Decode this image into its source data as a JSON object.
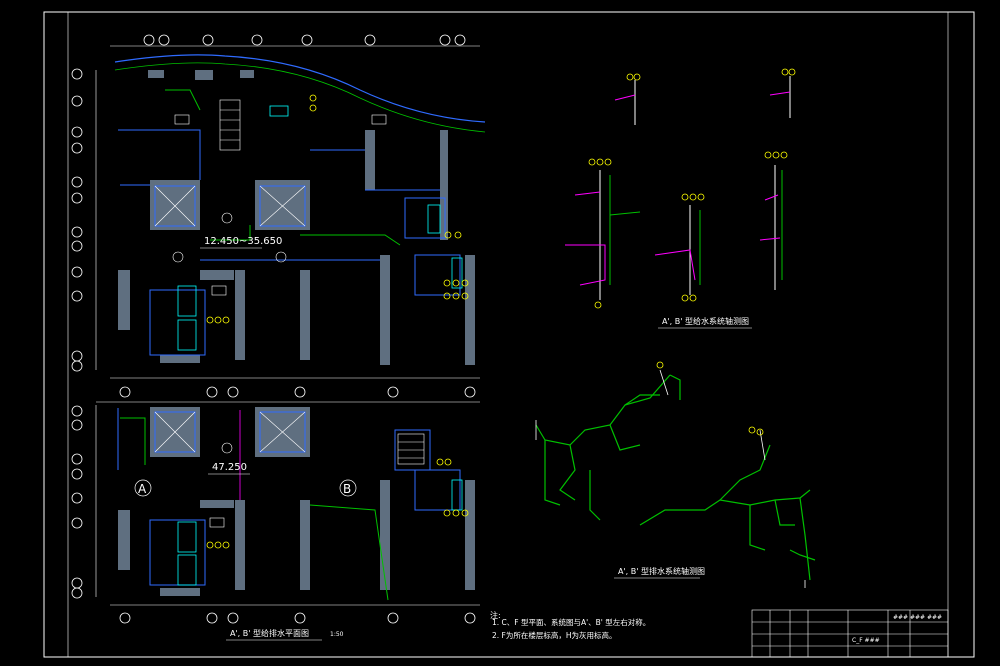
{
  "drawing": {
    "numbers": {
      "top_elev": "12.450~35.650",
      "bottom_elev": "47.250",
      "grid_a": "A",
      "grid_b": "B",
      "scale": "1:50"
    },
    "captions": {
      "plan_title": "A', B' 型给排水平面图",
      "supply_title": "A', B' 型给水系统轴测图",
      "drain_title": "A', B' 型排水系统轴测图"
    },
    "notes": {
      "heading": "注:",
      "line1": "1. C、F 型平面、系统图与A'、B' 型左右对称。",
      "line2": "2. F为所在楼层标高，H为灰用标高。"
    },
    "title_block": {
      "drawing_name": "C_F ###",
      "top_right": "### ### ###"
    },
    "colors": {
      "background": "#000000",
      "wall": "#5f6f80",
      "blue": "#2f6bff",
      "white": "#ffffff",
      "green": "#00c000",
      "magenta": "#ff00ff",
      "yellow": "#ffff00",
      "cyan": "#00ffff"
    }
  }
}
